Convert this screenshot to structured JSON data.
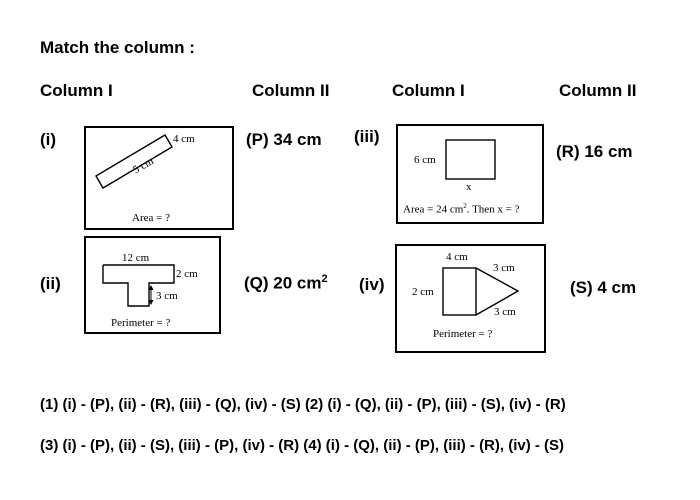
{
  "title": "Match the column :",
  "headers": {
    "col1_left": "Column I",
    "col2_left": "Column II",
    "col1_right": "Column I",
    "col2_right": "Column II"
  },
  "items": {
    "i": "(i)",
    "ii": "(ii)",
    "iii": "(iii)",
    "iv": "(iv)"
  },
  "options": {
    "P": "(P) 34 cm",
    "Q_text": "(Q) 20 cm",
    "Q_sup": "2",
    "R": "(R) 16 cm",
    "S": "(S) 4 cm"
  },
  "figures": {
    "fig_i": {
      "side": "4 cm",
      "length": "5 cm",
      "caption": "Area = ?"
    },
    "fig_ii": {
      "top": "12 cm",
      "right": "2 cm",
      "stem": "3 cm",
      "caption": "Perimeter = ?"
    },
    "fig_iii": {
      "height": "6 cm",
      "width": "x",
      "caption_a": "Area = 24 cm",
      "caption_sup": "2",
      "caption_b": ". Then x = ?"
    },
    "fig_iv": {
      "top": "4 cm",
      "left": "2 cm",
      "tri_upper": "3 cm",
      "tri_lower": "3 cm",
      "caption": "Perimeter = ?"
    }
  },
  "answers": [
    "(1) (i) - (P), (ii) - (R), (iii) - (Q), (iv) - (S) (2) (i) - (Q), (ii) - (P), (iii) - (S), (iv) - (R)",
    "(3) (i) - (P), (ii) - (S), (iii) - (P), (iv) - (R) (4) (i) - (Q), (ii) - (P), (iii) - (R), (iv) - (S)"
  ]
}
